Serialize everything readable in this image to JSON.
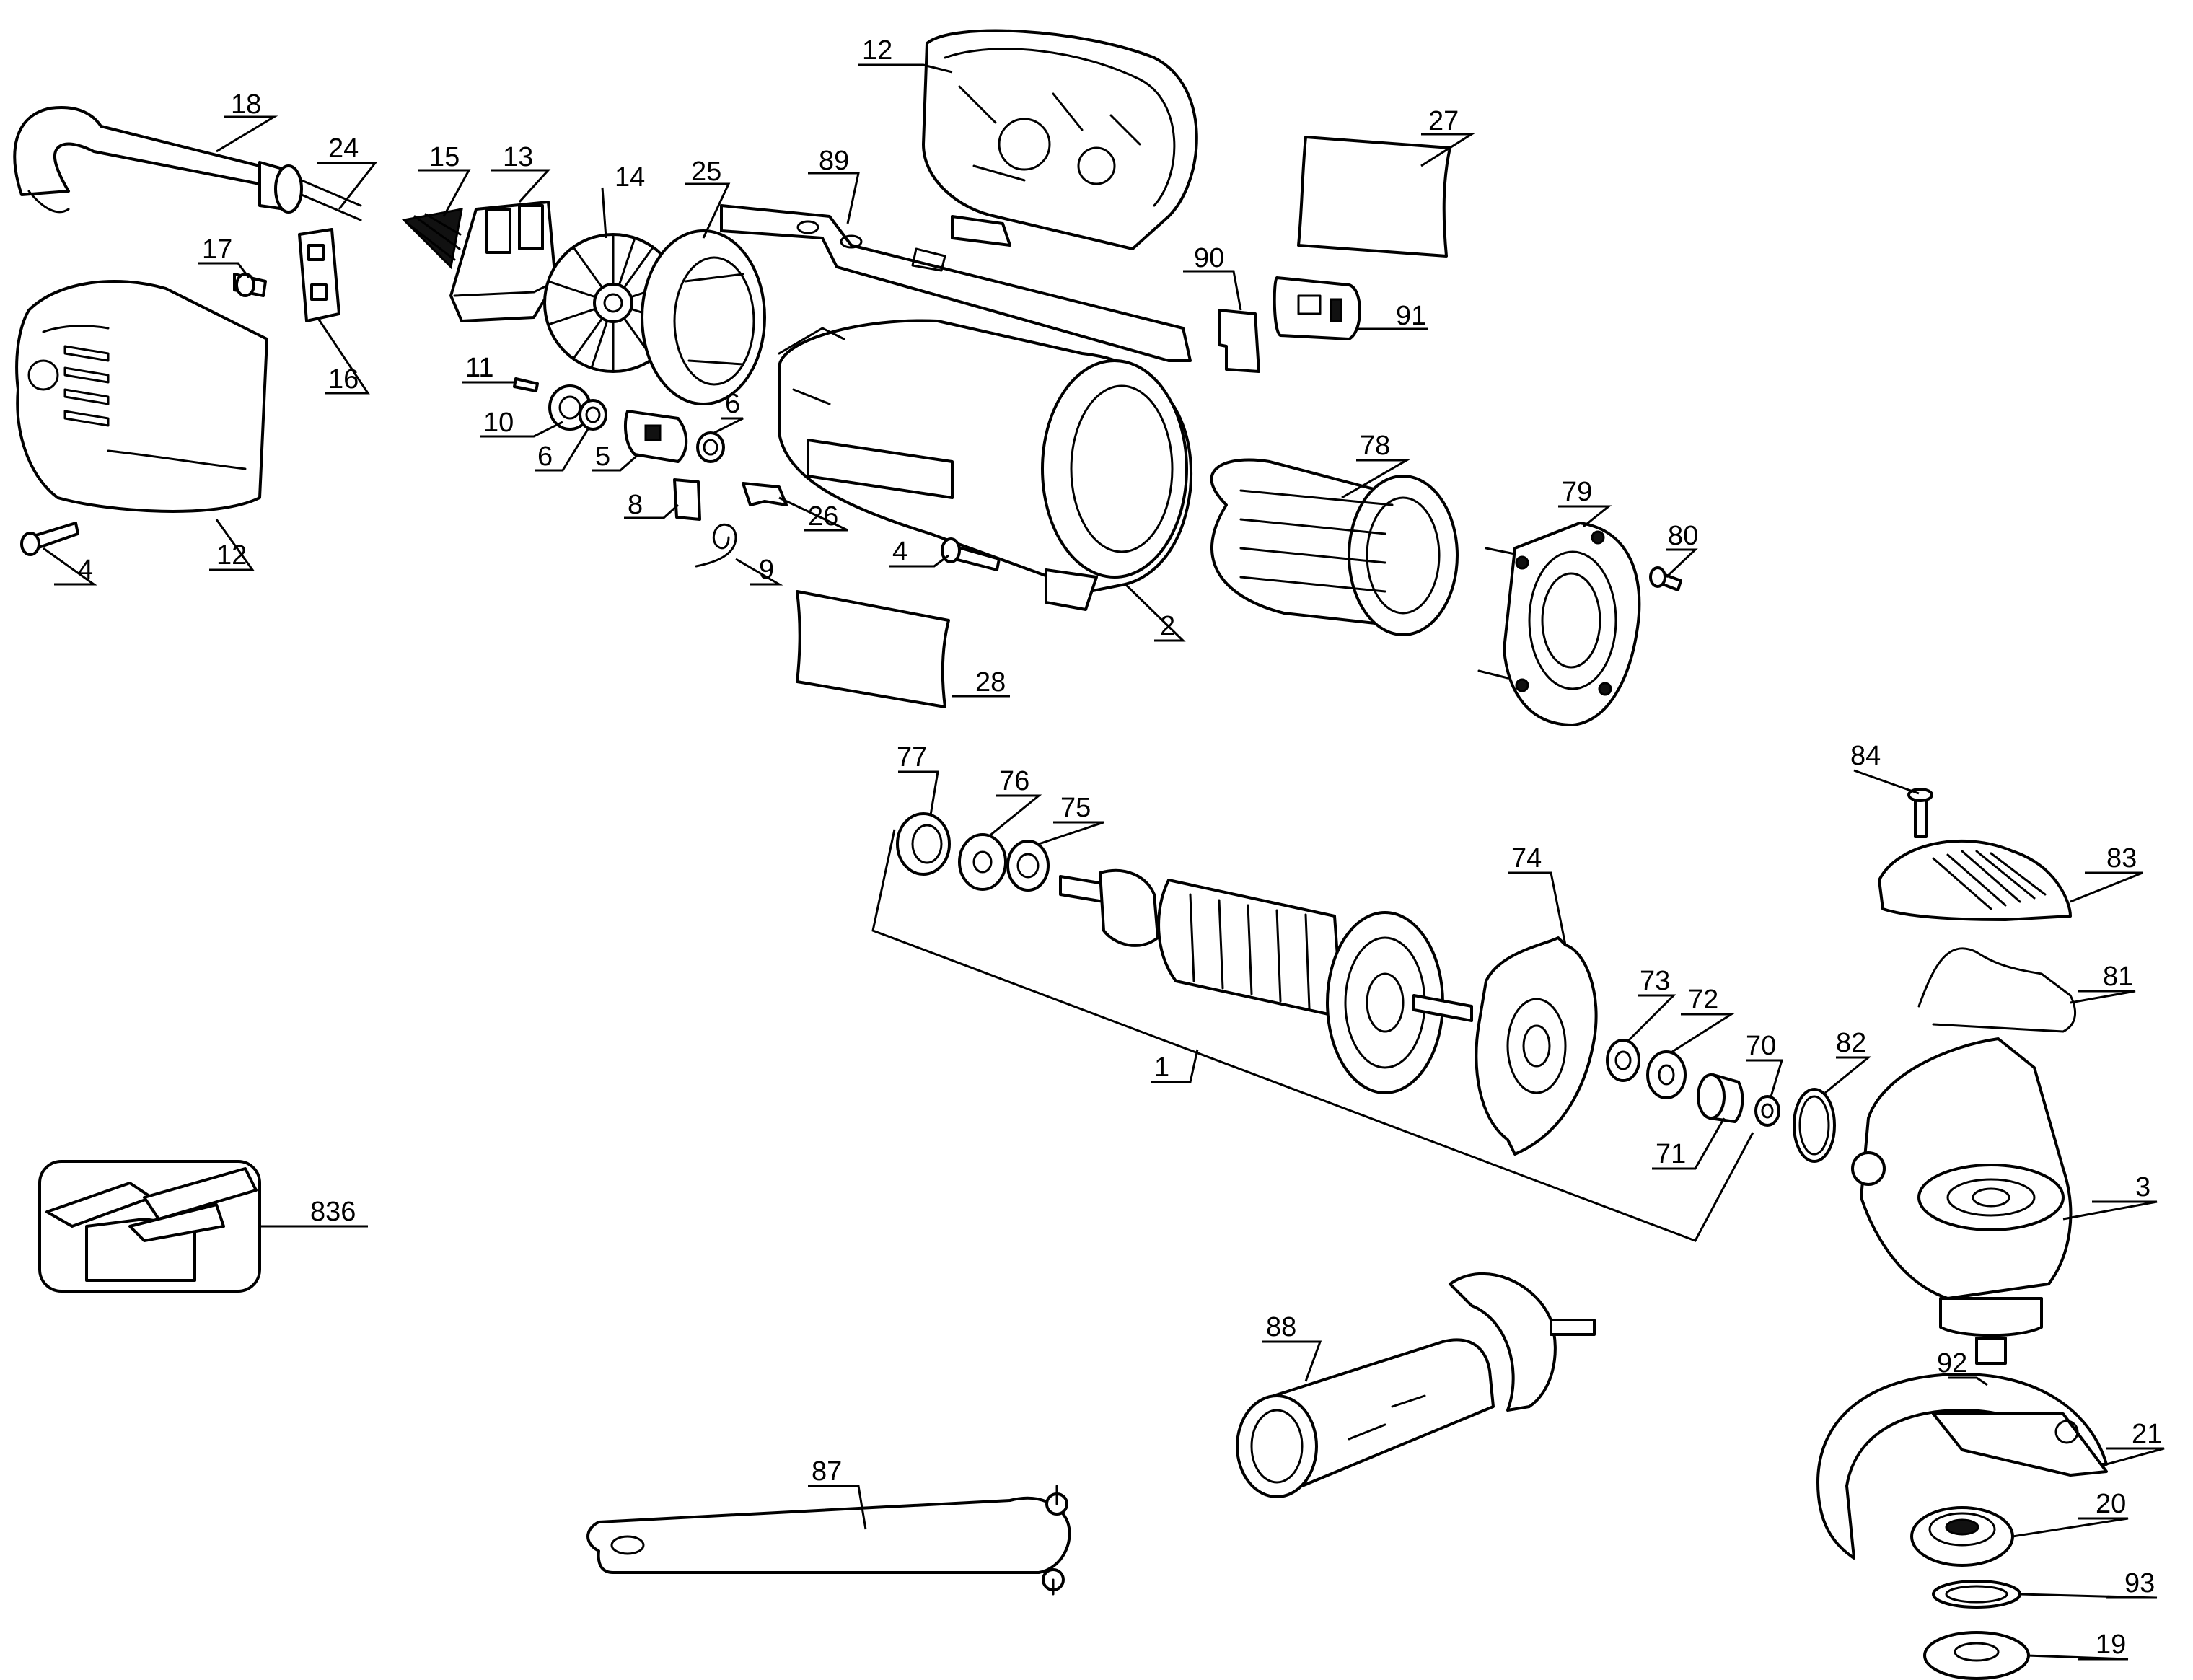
{
  "labels": [
    "18",
    "24",
    "15",
    "13",
    "14",
    "25",
    "89",
    "12",
    "27",
    "17",
    "16",
    "90",
    "91",
    "11",
    "10",
    "6",
    "5",
    "6",
    "12",
    "4",
    "8",
    "26",
    "9",
    "4",
    "2",
    "78",
    "79",
    "80",
    "28",
    "77",
    "76",
    "75",
    "84",
    "83",
    "74",
    "81",
    "73",
    "72",
    "70",
    "82",
    "1",
    "71",
    "3",
    "836",
    "92",
    "88",
    "21",
    "87",
    "20",
    "93",
    "19"
  ]
}
